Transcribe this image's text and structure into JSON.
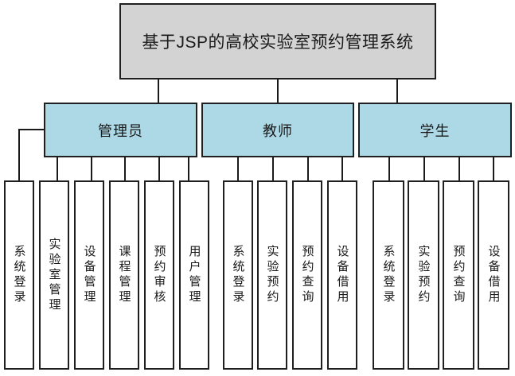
{
  "diagram": {
    "title": "基于JSP的高校实验室预约管理系统",
    "branches": [
      {
        "label": "管理员",
        "children": [
          "系统登录",
          "实验室管理",
          "设备管理",
          "课程管理",
          "预约审核",
          "用户管理"
        ]
      },
      {
        "label": "教师",
        "children": [
          "系统登录",
          "实验预约",
          "预约查询",
          "设备借用"
        ]
      },
      {
        "label": "学生",
        "children": [
          "系统登录",
          "实验预约",
          "预约查询",
          "设备借用"
        ]
      }
    ],
    "colors": {
      "root_fill": "#d3d3d3",
      "branch_fill": "#add8e6",
      "leaf_fill": "#ffffff",
      "border": "#1f1f1f",
      "connector": "#1a1a1a",
      "background": "#ffffff"
    }
  }
}
